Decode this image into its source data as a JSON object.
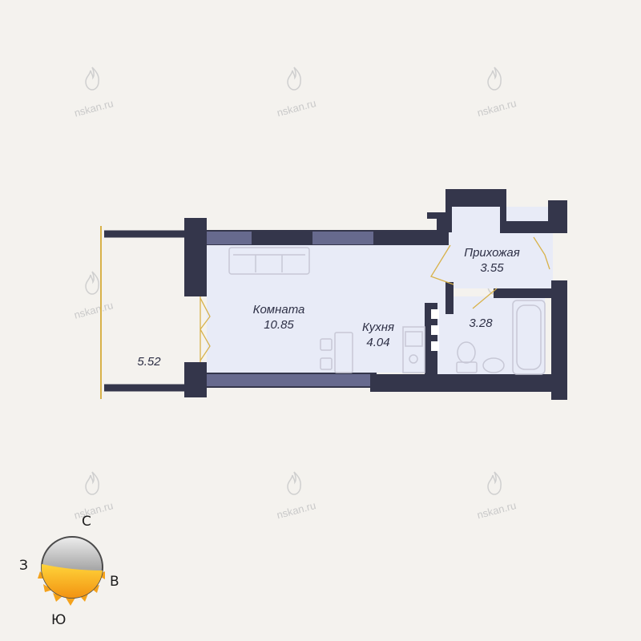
{
  "watermark": {
    "text": "nskan.ru",
    "icon": "fire-logo-icon"
  },
  "rooms": {
    "komnata": {
      "name": "Комната",
      "area": "10.85"
    },
    "kukhnya": {
      "name": "Кухня",
      "area": "4.04"
    },
    "prikhozhaya": {
      "name": "Прихожая",
      "area": "3.55"
    },
    "bathroom": {
      "name": "",
      "area": "3.28"
    },
    "balcony": {
      "name": "",
      "area": "5.52"
    }
  },
  "compass": {
    "north": "С",
    "east": "В",
    "south": "Ю",
    "west": "З"
  },
  "colors": {
    "background": "#f4f2ee",
    "wall": "#34364b",
    "window": "#676a8e",
    "room_fill": "#e8ebf7",
    "furniture": "#c7c8d6",
    "sun": "#f4a21b",
    "balcony_line": "#d8b24a"
  }
}
